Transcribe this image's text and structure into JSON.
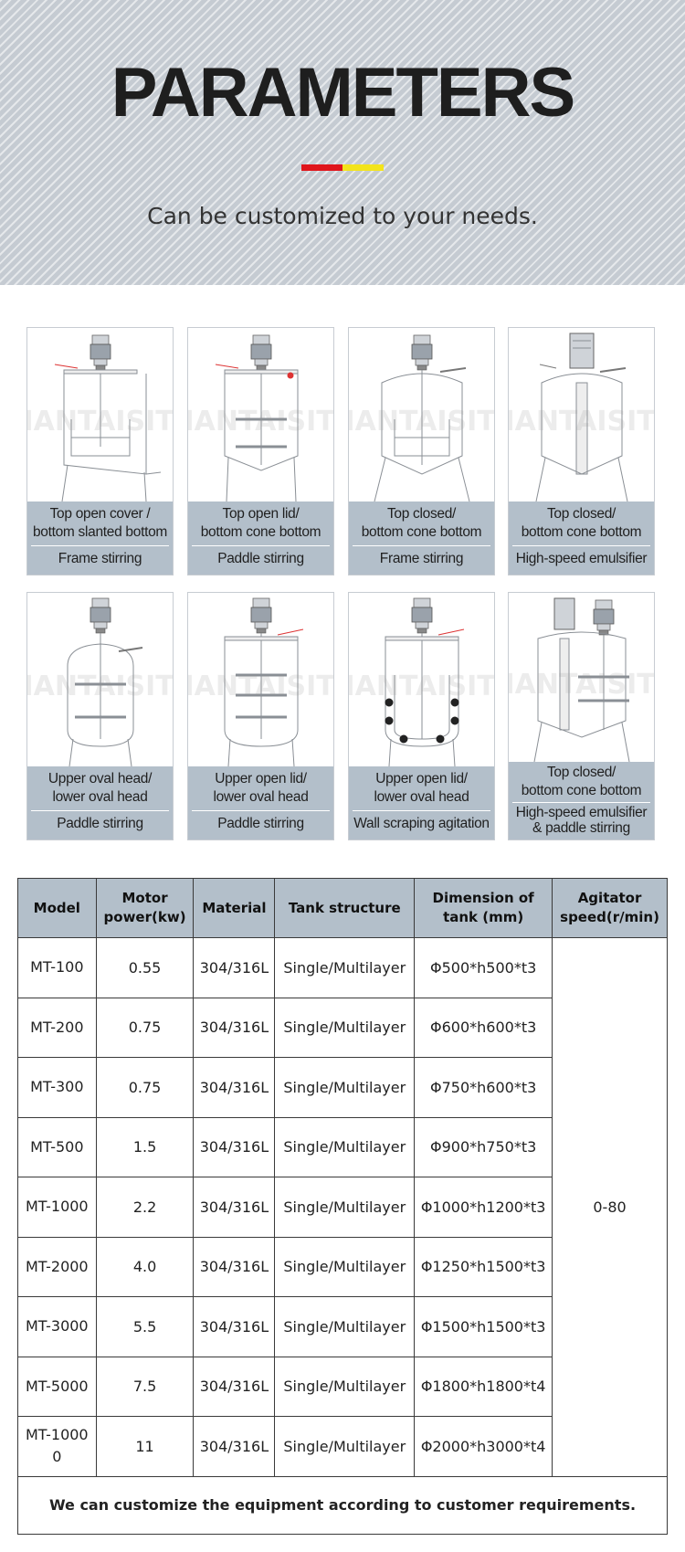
{
  "header": {
    "title": "PARAMETERS",
    "subtitle": "Can be customized to your needs.",
    "accent_colors": [
      "#e0151b",
      "#f3e41b"
    ]
  },
  "watermark": "MANTAISITE",
  "tanks": [
    {
      "line1": "Top open cover /",
      "line2": "bottom slanted bottom",
      "stirring": "Frame stirring"
    },
    {
      "line1": "Top open lid/",
      "line2": "bottom cone bottom",
      "stirring": "Paddle stirring"
    },
    {
      "line1": "Top closed/",
      "line2": "bottom cone bottom",
      "stirring": "Frame stirring"
    },
    {
      "line1": "Top closed/",
      "line2": "bottom cone bottom",
      "stirring": "High-speed emulsifier"
    },
    {
      "line1": "Upper oval head/",
      "line2": "lower oval head",
      "stirring": "Paddle stirring"
    },
    {
      "line1": "Upper open lid/",
      "line2": "lower oval head",
      "stirring": "Paddle stirring"
    },
    {
      "line1": "Upper open lid/",
      "line2": "lower oval head",
      "stirring": "Wall scraping agitation"
    },
    {
      "line1": "Top closed/",
      "line2": "bottom cone bottom",
      "stirring": "High-speed emulsifier & paddle stirring"
    }
  ],
  "table": {
    "headers": [
      "Model",
      "Motor power(kw)",
      "Material",
      "Tank structure",
      "Dimension of tank (mm)",
      "Agitator speed(r/min)"
    ],
    "rows": [
      [
        "MT-100",
        "0.55",
        "304/316L",
        "Single/Multilayer",
        "Φ500*h500*t3"
      ],
      [
        "MT-200",
        "0.75",
        "304/316L",
        "Single/Multilayer",
        "Φ600*h600*t3"
      ],
      [
        "MT-300",
        "0.75",
        "304/316L",
        "Single/Multilayer",
        "Φ750*h600*t3"
      ],
      [
        "MT-500",
        "1.5",
        "304/316L",
        "Single/Multilayer",
        "Φ900*h750*t3"
      ],
      [
        "MT-1000",
        "2.2",
        "304/316L",
        "Single/Multilayer",
        "Φ1000*h1200*t3"
      ],
      [
        "MT-2000",
        "4.0",
        "304/316L",
        "Single/Multilayer",
        "Φ1250*h1500*t3"
      ],
      [
        "MT-3000",
        "5.5",
        "304/316L",
        "Single/Multilayer",
        "Φ1500*h1500*t3"
      ],
      [
        "MT-5000",
        "7.5",
        "304/316L",
        "Single/Multilayer",
        "Φ1800*h1800*t4"
      ],
      [
        "MT-10000",
        "11",
        "304/316L",
        "Single/Multilayer",
        "Φ2000*h3000*t4"
      ]
    ],
    "speed": "0-80",
    "note": "We can customize the equipment according to customer requirements."
  }
}
